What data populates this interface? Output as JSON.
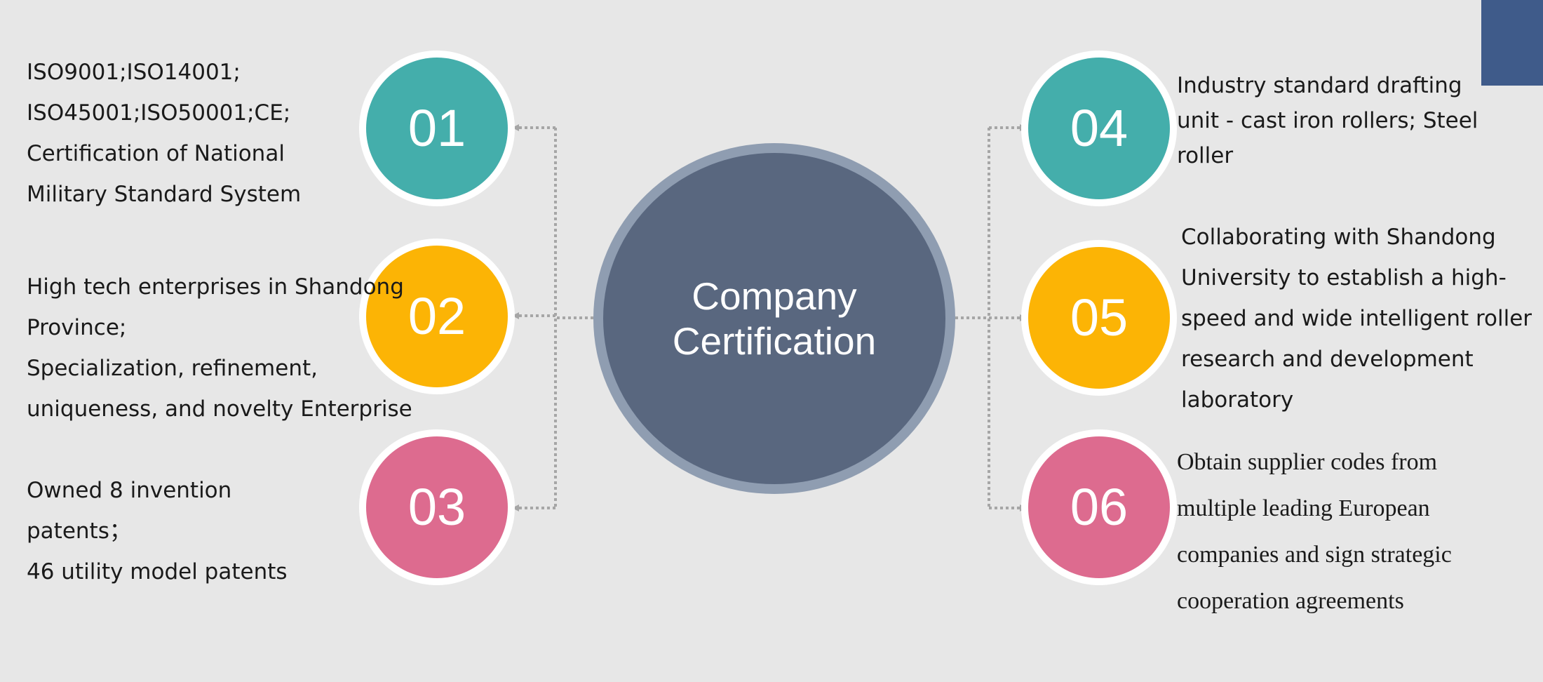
{
  "center": {
    "title": "Company Certification"
  },
  "colors": {
    "background": "#e7e7e7",
    "corner_accent": "#3f5b8a",
    "center_ring": "#8f9db1",
    "center_fill": "#59677f",
    "teal": "#44aeab",
    "yellow": "#fcb405",
    "pink": "#dd6b8f",
    "connector": "#a6a6a6"
  },
  "items": [
    {
      "number": "01",
      "color": "#44aeab",
      "text": "ISO9001;ISO14001;\nISO45001;ISO50001;CE;\nCertification of National\nMilitary Standard System"
    },
    {
      "number": "02",
      "color": "#fcb405",
      "text": "High tech enterprises in Shandong\nProvince;\nSpecialization, refinement,\nuniqueness, and novelty Enterprise"
    },
    {
      "number": "03",
      "color": "#dd6b8f",
      "text": "Owned 8 invention\npatents；\n 46 utility model patents"
    },
    {
      "number": "04",
      "color": "#44aeab",
      "text": "Industry standard drafting\nunit - cast iron rollers; Steel\nroller"
    },
    {
      "number": "05",
      "color": "#fcb405",
      "text": "Collaborating with Shandong\nUniversity to establish a high-\nspeed and wide intelligent roller\nresearch and development\nlaboratory"
    },
    {
      "number": "06",
      "color": "#dd6b8f",
      "text": "Obtain supplier codes from\nmultiple leading European\ncompanies and sign strategic\ncooperation agreements"
    }
  ]
}
